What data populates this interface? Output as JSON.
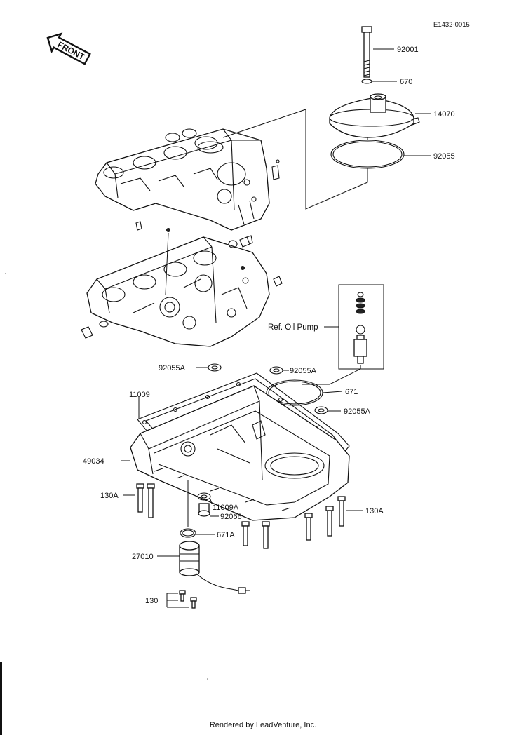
{
  "diagram_code": "E1432-0015",
  "front_label": "FRONT",
  "ref_label": "Ref.  Oil Pump",
  "parts": {
    "p92001": "92001",
    "p670": "670",
    "p14070": "14070",
    "p92055": "92055",
    "p92055A_left": "92055A",
    "p92055A_center": "92055A",
    "p92055A_right": "92055A",
    "p671": "671",
    "p11009": "11009",
    "p49034": "49034",
    "p130A_left": "130A",
    "p130A_right": "130A",
    "p11009A": "11009A",
    "p92066": "92066",
    "p671A": "671A",
    "p27010": "27010",
    "p130": "130"
  },
  "footer": "Rendered by LeadVenture, Inc."
}
